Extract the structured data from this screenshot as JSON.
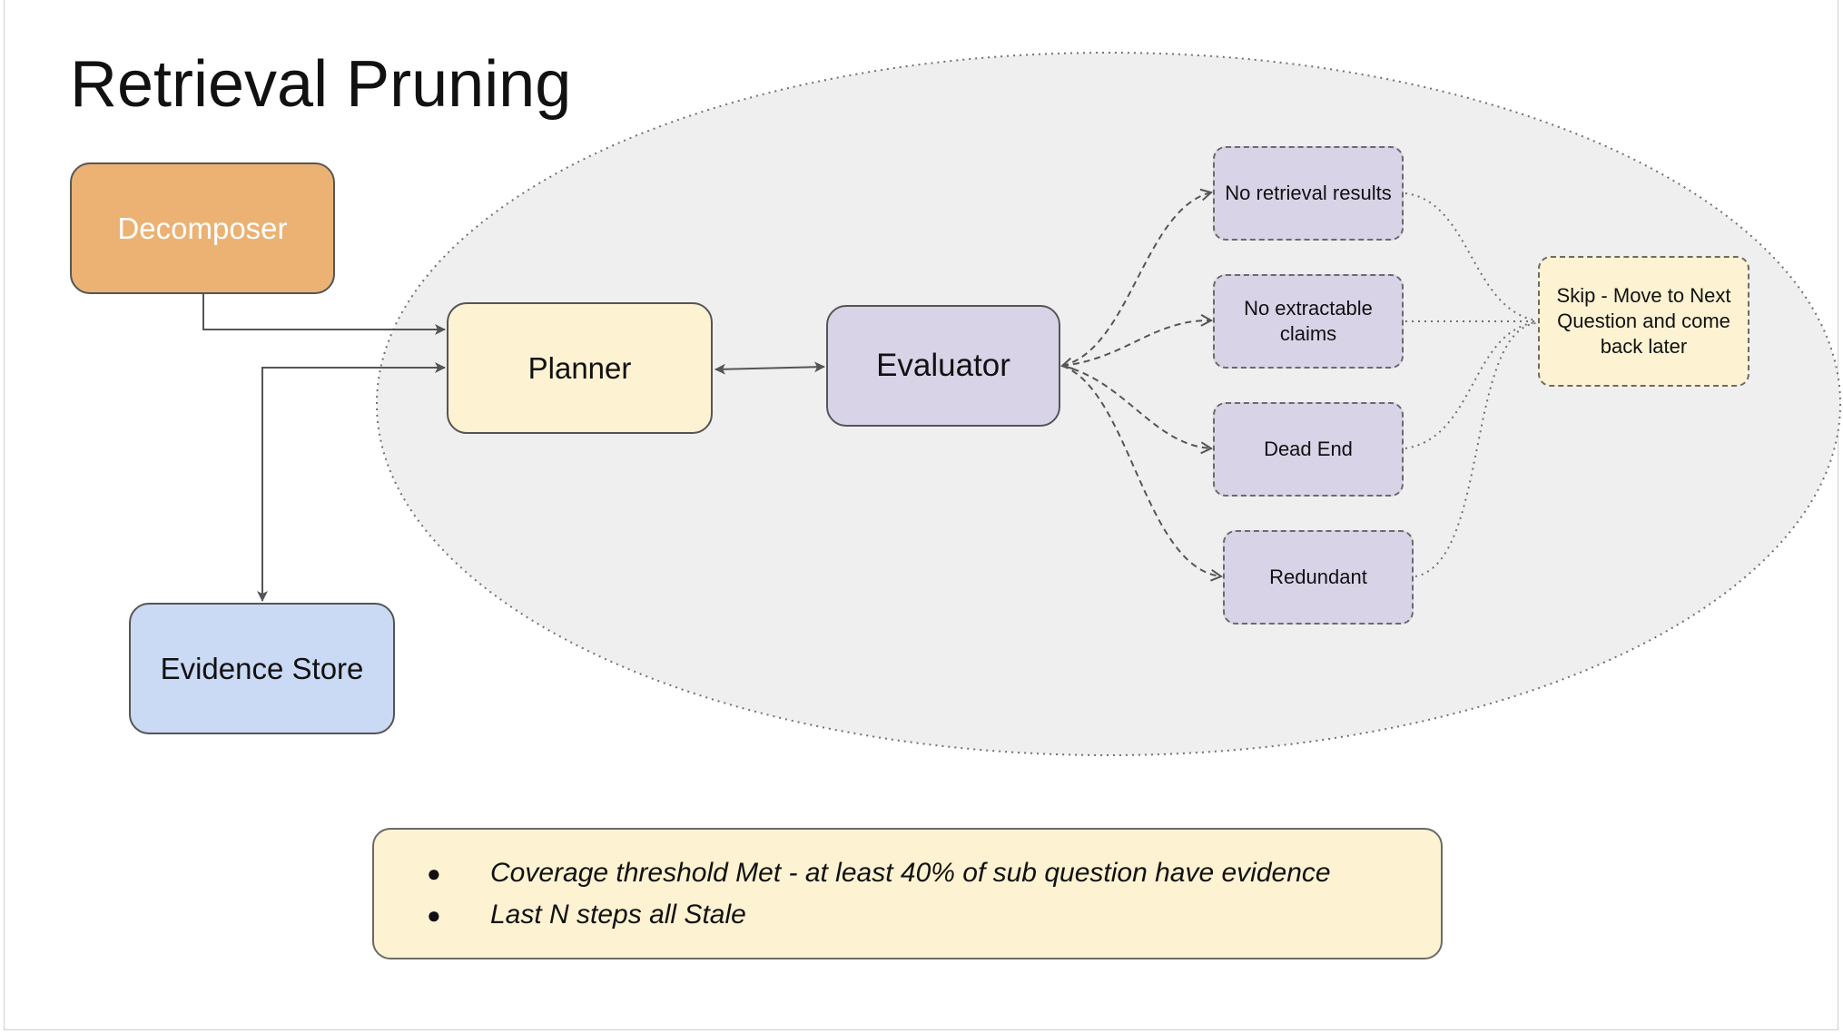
{
  "title": "Retrieval Pruning",
  "nodes": {
    "decomposer": "Decomposer",
    "planner": "Planner",
    "evaluator": "Evaluator",
    "evidence_store": "Evidence Store"
  },
  "outcomes": [
    "No retrieval results",
    "No extractable claims",
    "Dead End",
    "Redundant"
  ],
  "skip": "Skip - Move to Next Question and come back later",
  "stop_conditions": [
    "Coverage threshold Met - at least 40% of sub question have evidence",
    "Last N steps all Stale"
  ],
  "bullet_glyph": "●",
  "colors": {
    "decomposer": "#ebb274",
    "planner": "#fdf2d1",
    "evaluator": "#d9d3e8",
    "evidence_store": "#cad9f4",
    "region": "#efefef"
  }
}
